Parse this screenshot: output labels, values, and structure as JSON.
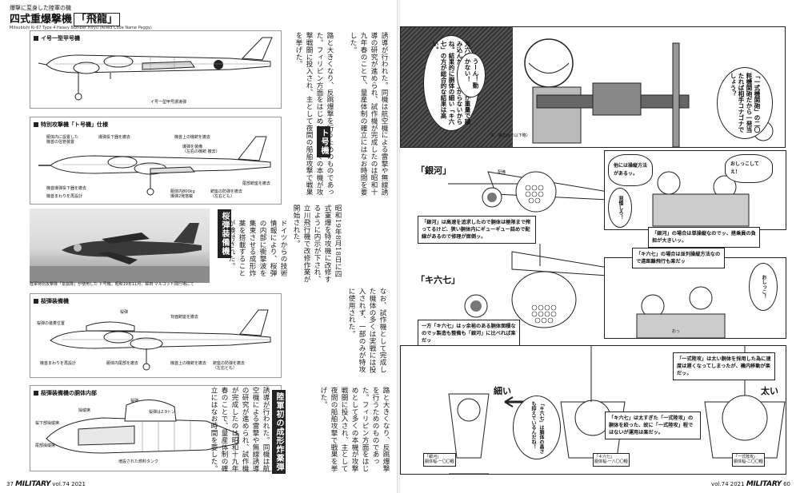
{
  "header": {
    "series_label": "爆撃に変身した陸軍の機",
    "title": "四式重爆撃機",
    "title_box": "「飛龍」",
    "subtitle_en": "Mitsubishi Ki-67 Type 4 Heavy Bomber Hiryu (Allied Code Name Peggy)"
  },
  "figures": {
    "fig1": {
      "caption": "イ号一型甲号機",
      "labels": [
        "イ号一型甲号誘導弾"
      ]
    },
    "fig2": {
      "caption": "特別攻撃機「ト号機」仕様",
      "labels": [
        "胴体内に設置した\n機首の信管装置",
        "爆弾投下器を撤去",
        "\n機首まわりを再設計",
        "機首爆弾投下器を撤去",
        "機首上の機銃を撤去",
        "胴体内800kg\n爆弾2発搭載",
        "銃座の防弾を撤去\n（左右とも）",
        "尾部銃座を撤去",
        "爆弾を装備\n（左右の機銃 撤去）"
      ]
    },
    "photo": {
      "caption": "陸軍特別攻撃隊「富嶽隊」が使用した ト号機。昭和19年11月、鉾田 マルコット飛行場にて"
    },
    "fig3": {
      "caption": "桜弾装備機",
      "labels": [
        "桜弾の装着位置",
        "桜弾",
        "機首まわりを再設計",
        "機首上の機銃を撤去",
        "背面銃座を撤去",
        "胴体内尾部を撤去",
        "銃座の防弾を撤去\n（左右とも）"
      ]
    },
    "fig4": {
      "caption": "桜弾装備機の胴体内部",
      "labels": [
        "桜弾",
        "操縦席",
        "桜弾は2.9トン",
        "桜下部操縦席",
        "尾部操縦席",
        "増設された燃料タンク"
      ]
    }
  },
  "body_text": {
    "col1": "路と大きくなり、反跳爆撃を行うためのものであった。フィリピン方面をはじめとして多くの本機が攻撃戦闘に投入され、主として夜間の船舶攻撃で戦果を挙げた。",
    "col2": "誘導が行われた。同機は航空機による雷撃や無線誘導の研究が進められ、試作機が完成したのは昭和十九年春のことで、量産体制の確立にはなお時間を要した。",
    "col3": "昭和19年8月18日に四式重爆を特攻機に改修するように内示が下され、立川飛行機で改修作業が開始された。",
    "col4": "ドイツからの技術情報により、桜弾の内部に衝撃波を集束させる成形炸薬を搭載することが検討された。",
    "col5": "なお、試作機として完成した機体の多くは実戦には投入されず、一部のみが特攻に使用された。"
  },
  "headings": {
    "h1": "ト号機",
    "h2": "桜弾装備機",
    "h3": "陸軍初の成形炸薬弾"
  },
  "comic": {
    "balloon1": "「一式機関砲」の二〇粍機関砲だから一発当たれば相手コナゴナでしょう？",
    "balloon2": "うーん！動かない！",
    "balloon3": "九六式は威力があるが重量で積み込んだら持ち上がらないからね。結果的に胴体の細い「キ六七」の方が総合的な結果は高い。",
    "small_note": "ま、実力は（以下略）",
    "ginga_label": "「銀河」",
    "ki67_label": "「キ六七」",
    "haichi": "配備",
    "haichi2": "配備",
    "ginga_box": "「銀河」は高速を追求したので胴体は極限まで搾ってるけど、狭い胴体内にギューギュー詰めで配線があるので修理が面倒ッ。",
    "ki67_box1": "一方「キ六七」はッ余裕のある胴体面積なのでッ製造も整備も「銀河」に比べれば楽だッ",
    "ki67_box2": "「キ六七」の場合は並列操縦方法なので遠距離飛行も楽だッ",
    "ginga_cockpit": "「銀河」の場合は単操縦なのでッ、搭乗員の負担が大きいッ。",
    "other_note": "他には操縦方法があるッ。",
    "yes_bubble": "おしっこしてえ！",
    "gamen": "我慢しろ！",
    "oshi": "おしっこ！",
    "oh": "おっ",
    "bottom_box": "「一式陸攻」は太い胴体を採用した為に速度は遅くなってしまったが、機内移動が楽だッ。",
    "bottom_box2": "「キ六七」は太すぎた「一式陸攻」の胴体を絞った、故に「一式陸攻」程ではないが運用は楽だッ。",
    "speech_bottom": "「キ六七」は胴体の高さも抑えているんだね！",
    "thin_label": "細い",
    "thick_label": "太い",
    "x1_label": "「銀河」\n胴体幅-一〇〇糎",
    "x2_label": "「キ六七」\n胴体幅-一八〇〇糎",
    "x3_label": "「一式陸攻」\n胴体幅-二〇〇糎"
  },
  "footer": {
    "left_page": "37",
    "left_brand": "MILITARY",
    "left_vol": "vol.74 2021",
    "right_vol": "vol.74 2021",
    "right_brand": "MILITARY",
    "right_page": "60"
  },
  "colors": {
    "ink": "#111111",
    "screen_tone": "#555555",
    "fuselage_hatch": "#cfcfcf"
  }
}
